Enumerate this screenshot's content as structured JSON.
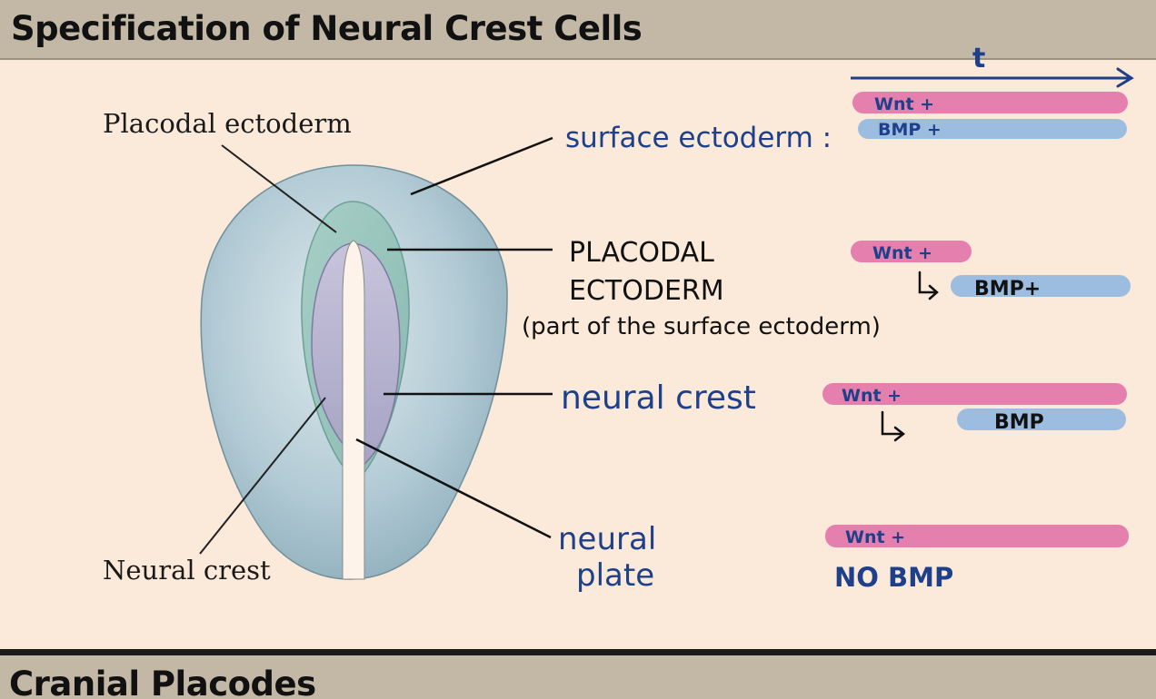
{
  "slide": {
    "title": "Specification of Neural Crest Cells",
    "next_section_title": "Cranial Placodes"
  },
  "figure": {
    "label_placodal_ectoderm": "Placodal ectoderm",
    "label_neural_crest": "Neural crest"
  },
  "annotations": {
    "surface_ectoderm": "surface ectoderm :",
    "placodal_line1": "PLACODAL",
    "placodal_line2": "ECTODERM",
    "placodal_note": "(part of the surface ectoderm)",
    "neural_crest": "neural crest",
    "neural_plate_line1": "neural",
    "neural_plate_line2": "plate",
    "no_bmp": "NO BMP"
  },
  "timeline": {
    "axis_label": "t",
    "rows": [
      {
        "tissue": "surface ectoderm",
        "wnt": "Wnt +",
        "bmp": "BMP +"
      },
      {
        "tissue": "placodal ectoderm",
        "wnt": "Wnt +",
        "bmp": "BMP+"
      },
      {
        "tissue": "neural crest",
        "wnt": "Wnt +",
        "bmp": "BMP"
      },
      {
        "tissue": "neural plate",
        "wnt": "Wnt +",
        "bmp": ""
      }
    ]
  },
  "colors": {
    "wnt_bar": "#e47fae",
    "bmp_bar": "#9dbde0",
    "ink_blue": "#1e3f8a",
    "background": "#fbe9da",
    "title_bar": "#c3b8a6"
  }
}
